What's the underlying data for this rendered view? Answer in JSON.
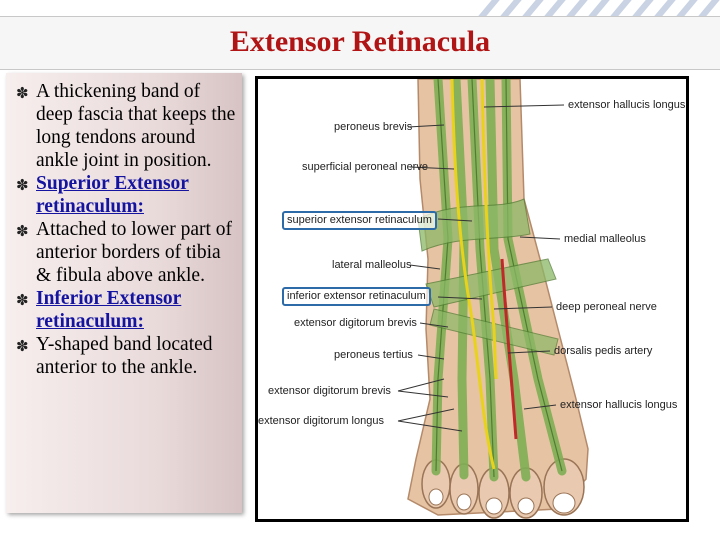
{
  "title": "Extensor Retinacula",
  "bullets": [
    {
      "text": "A thickening band of deep fascia that keeps the long tendons around ankle joint in position.",
      "highlight": false
    },
    {
      "text": "Superior Extensor retinaculum:",
      "highlight": true
    },
    {
      "text": "Attached to lower part of anterior borders of tibia & fibula above ankle.",
      "highlight": false
    },
    {
      "text": "Inferior Extensor retinaculum:",
      "highlight": true
    },
    {
      "text": "Y-shaped band located anterior to the ankle.",
      "highlight": false
    }
  ],
  "figure_labels": {
    "extensor_hallucis_longus_top": "extensor hallucis longus",
    "peroneus_brevis": "peroneus brevis",
    "superficial_peroneal_nerve": "superficial peroneal nerve",
    "superior_extensor_retinaculum": "superior extensor retinaculum",
    "medial_malleolus": "medial malleolus",
    "lateral_malleolus": "lateral malleolus",
    "inferior_extensor_retinaculum": "inferior extensor retinaculum",
    "deep_peroneal_nerve": "deep peroneal nerve",
    "extensor_digitorum_brevis_1": "extensor digitorum brevis",
    "dorsalis_pedis_artery": "dorsalis pedis artery",
    "peroneus_tertius": "peroneus tertius",
    "extensor_digitorum_brevis_2": "extensor digitorum brevis",
    "extensor_hallucis_longus_bottom": "extensor hallucis longus",
    "extensor_digitorum_longus": "extensor digitorum longus"
  },
  "colors": {
    "title": "#b01414",
    "highlight": "#1414a0",
    "label_box": "#2d6aa8",
    "tendon": "#7fae54",
    "nerve": "#e8d21a",
    "artery": "#c0282a",
    "skin": "#e6c3a3"
  }
}
